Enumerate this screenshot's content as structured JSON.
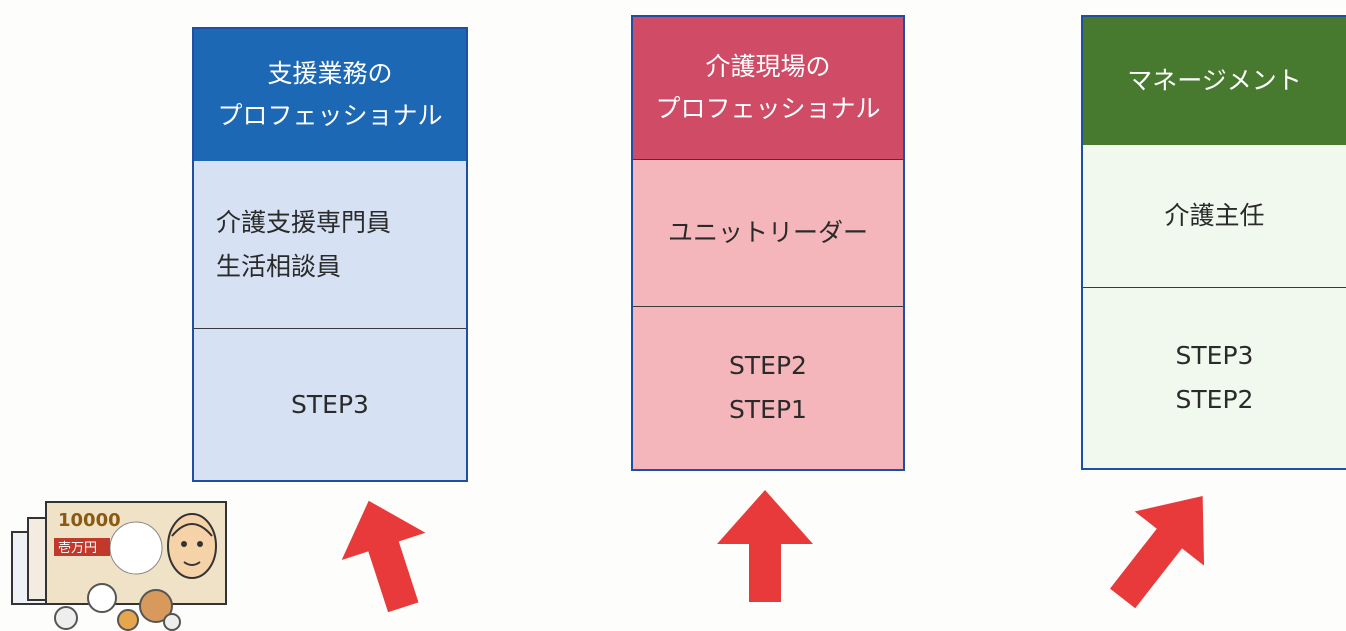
{
  "colors": {
    "card1_header": "#1d68b4",
    "card1_body": "#d6e2f3",
    "card2_header": "#cf4b66",
    "card2_body": "#f5b6bb",
    "card3_header": "#47792e",
    "card3_body": "#f1f8ee",
    "border": "#1f4fa0",
    "arrow": "#e83a3a"
  },
  "cards": [
    {
      "header": [
        "支援業務の",
        "プロフェッショナル"
      ],
      "positions": [
        "介護支援専門員",
        "生活相談員"
      ],
      "steps": [
        "STEP3"
      ]
    },
    {
      "header": [
        "介護現場の",
        "プロフェッショナル"
      ],
      "positions": [
        "ユニットリーダー"
      ],
      "steps": [
        "STEP2",
        "STEP1"
      ]
    },
    {
      "header": [
        "マネージメント"
      ],
      "positions": [
        "介護主任"
      ],
      "steps": [
        "STEP3",
        "STEP2"
      ]
    }
  ],
  "money_illustration": {
    "icon": "money-icon",
    "banknote_text": "10000",
    "banknote_kanji": "壱万円"
  }
}
